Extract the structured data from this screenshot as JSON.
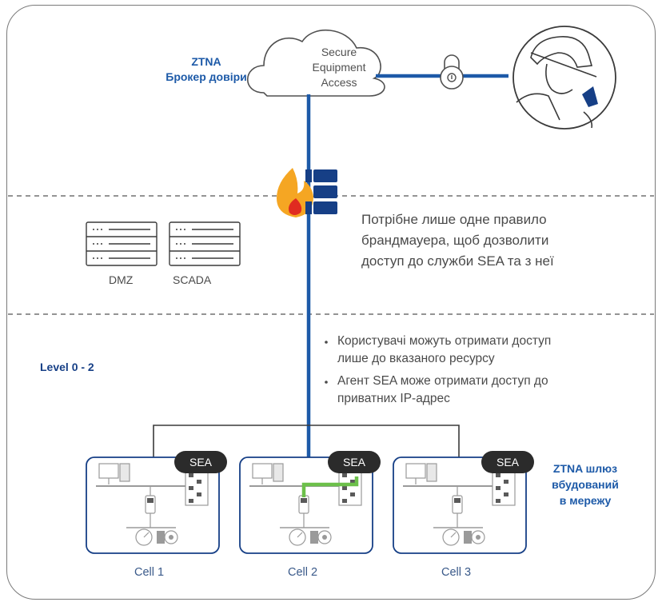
{
  "broker": {
    "line1": "ZTNA",
    "line2": "Брокер довіри"
  },
  "cloud": {
    "line1": "Secure",
    "line2": "Equipment",
    "line3": "Access"
  },
  "firewall_note": {
    "line1": "Потрібне лише одне правило",
    "line2": "брандмауера, щоб дозволити",
    "line3": "доступ до служби SEA та з неї"
  },
  "servers": {
    "dmz_label": "DMZ",
    "scada_label": "SCADA"
  },
  "level_label": "Level 0 - 2",
  "bullets": {
    "b1_line1": "Користувачі можуть отримати доступ",
    "b1_line2": "лише до вказаного ресурсу",
    "b2_line1": "Агент SEA може отримати доступ до",
    "b2_line2": "приватних IP-адрес"
  },
  "cells": [
    {
      "label": "Cell 1",
      "badge": "SEA"
    },
    {
      "label": "Cell 2",
      "badge": "SEA"
    },
    {
      "label": "Cell 3",
      "badge": "SEA"
    }
  ],
  "gateway": {
    "line1": "ZTNA шлюз",
    "line2": "вбудований",
    "line3": "в мережу"
  },
  "colors": {
    "accent_blue": "#1d5aa8",
    "dark_navy": "#163f86",
    "green_path": "#6cc04a",
    "flame": "#f5a623"
  }
}
